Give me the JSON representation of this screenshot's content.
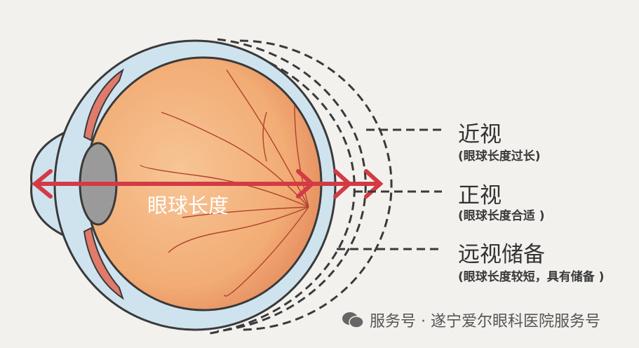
{
  "diagram": {
    "axis_label": "眼球长度",
    "labels": [
      {
        "title": "近视",
        "note": "(眼球长度过长)"
      },
      {
        "title": "正视",
        "note": "(眼球长度合适 )"
      },
      {
        "title": "远视储备",
        "note": "(眼球长度较短，具有储备 )"
      }
    ],
    "colors": {
      "arrow": "#d23b45",
      "vitreous": "#f2b27c",
      "sclera": "#cfe3ef",
      "outline": "#3a3a3a"
    }
  },
  "footer": {
    "icon": "wechat-icon",
    "text": "服务号 · 遂宁爱尔眼科医院服务号"
  }
}
